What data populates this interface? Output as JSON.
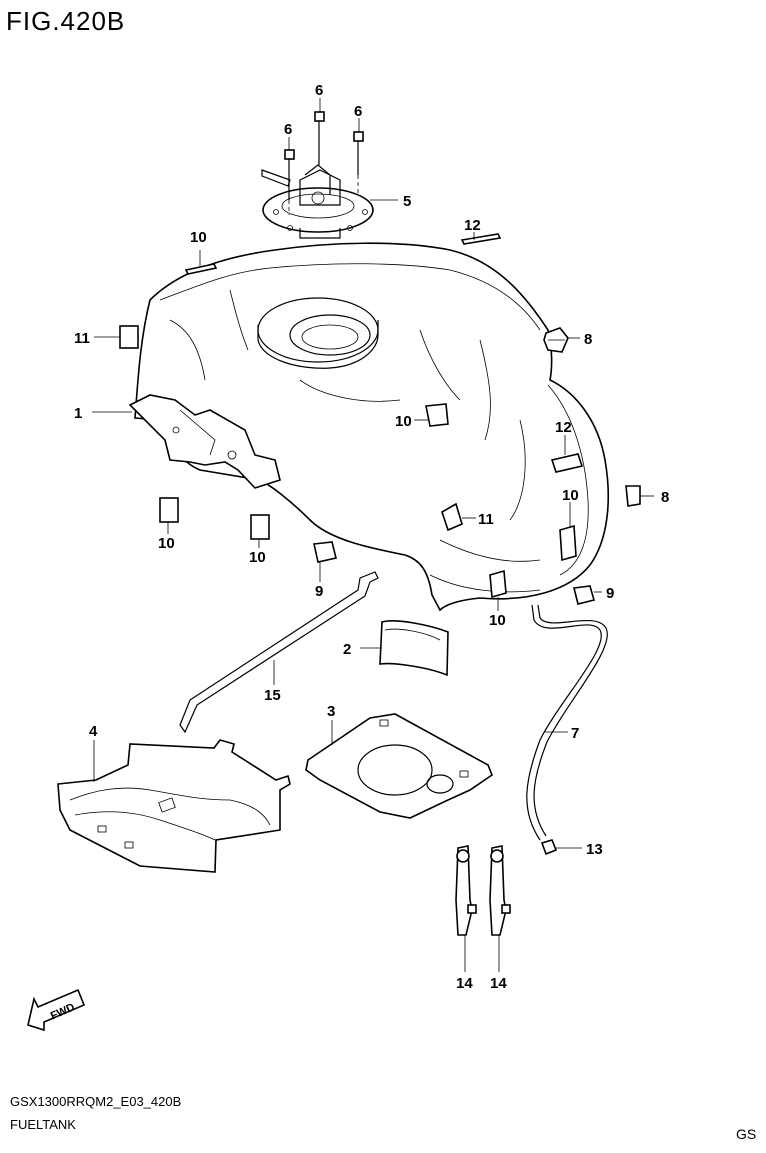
{
  "figure": {
    "title": "FIG.420B",
    "model_code": "GSX1300RRQM2_E03_420B",
    "part_group": "FUELTANK",
    "region": "GS"
  },
  "callouts": [
    {
      "id": "c1",
      "label": "1"
    },
    {
      "id": "c2",
      "label": "2"
    },
    {
      "id": "c3",
      "label": "3"
    },
    {
      "id": "c4",
      "label": "4"
    },
    {
      "id": "c5",
      "label": "5"
    },
    {
      "id": "c6a",
      "label": "6"
    },
    {
      "id": "c6b",
      "label": "6"
    },
    {
      "id": "c6c",
      "label": "6"
    },
    {
      "id": "c7",
      "label": "7"
    },
    {
      "id": "c8a",
      "label": "8"
    },
    {
      "id": "c8b",
      "label": "8"
    },
    {
      "id": "c9a",
      "label": "9"
    },
    {
      "id": "c9b",
      "label": "9"
    },
    {
      "id": "c10a",
      "label": "10"
    },
    {
      "id": "c10b",
      "label": "10"
    },
    {
      "id": "c10c",
      "label": "10"
    },
    {
      "id": "c10d",
      "label": "10"
    },
    {
      "id": "c10e",
      "label": "10"
    },
    {
      "id": "c10f",
      "label": "10"
    },
    {
      "id": "c11a",
      "label": "11"
    },
    {
      "id": "c11b",
      "label": "11"
    },
    {
      "id": "c12a",
      "label": "12"
    },
    {
      "id": "c12b",
      "label": "12"
    },
    {
      "id": "c13",
      "label": "13"
    },
    {
      "id": "c14a",
      "label": "14"
    },
    {
      "id": "c14b",
      "label": "14"
    },
    {
      "id": "c15",
      "label": "15"
    }
  ],
  "fwd_label": "FWD"
}
